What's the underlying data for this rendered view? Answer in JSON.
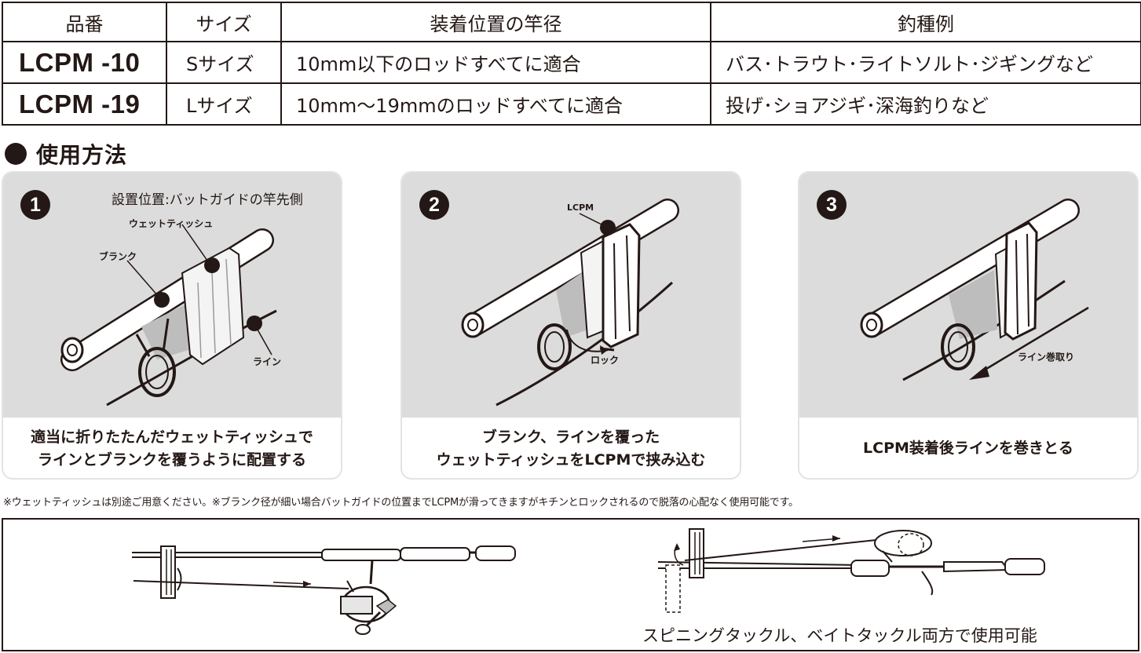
{
  "table": {
    "headers": [
      "品番",
      "サイズ",
      "装着位置の竿径",
      "釣種例"
    ],
    "rows": [
      {
        "model": "LCPM -10",
        "size": "Sサイズ",
        "diameter": "10mm以下のロッドすべてに適合",
        "examples": "バス･トラウト･ライトソルト･ジギングなど"
      },
      {
        "model": "LCPM -19",
        "size": "Lサイズ",
        "diameter": "10mm～19mmのロッドすべてに適合",
        "examples": "投げ･ショアジギ･深海釣りなど"
      }
    ]
  },
  "usage": {
    "title": "使用方法",
    "steps": [
      {
        "number": "1",
        "note": "設置位置:バットガイドの竿先側",
        "labels": {
          "tissue": "ウェットティッシュ",
          "blank": "ブランク",
          "line": "ライン"
        },
        "caption": [
          "適当に折りたたんだウェットティッシュで",
          "ラインとブランクを覆うように配置する"
        ]
      },
      {
        "number": "2",
        "labels": {
          "lcpm": "LCPM",
          "lock": "ロック"
        },
        "caption": [
          "ブランク、ラインを覆った",
          "ウェットティッシュをLCPMで挟み込む"
        ]
      },
      {
        "number": "3",
        "labels": {
          "reel_in": "ライン巻取り"
        },
        "caption": [
          "LCPM装着後ラインを巻きとる"
        ]
      }
    ]
  },
  "footnote": "※ウェットティッシュは別途ご用意ください。※ブランク径が細い場合バットガイドの位置までLCPMが滑ってきますがキチンとロックされるので脱落の心配なく使用可能です。",
  "tackle": {
    "caption": "スピニングタックル、ベイトタックル両方で使用可能"
  },
  "colors": {
    "ink": "#231815",
    "card_art_bg": "#dcdcdc",
    "card_border": "#e3e3e3"
  }
}
